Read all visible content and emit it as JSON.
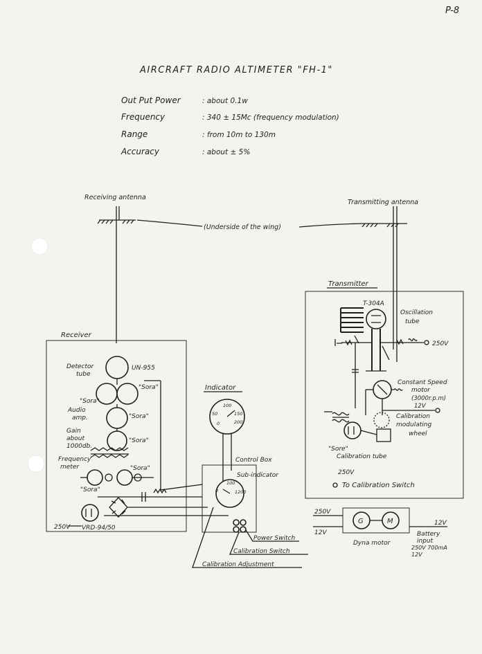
{
  "page_no": "P-8",
  "title": "AIRCRAFT RADIO ALTIMETER \"FH-1\"",
  "specs": [
    {
      "label": "Out Put Power",
      "value": ": about 0.1w"
    },
    {
      "label": "Frequency",
      "value": ": 340 ± 15Mc (frequency modulation)"
    },
    {
      "label": "Range",
      "value": ": from 10m to 130m"
    },
    {
      "label": "Accuracy",
      "value": ": about ± 5%"
    }
  ],
  "antennas": {
    "receiving": "Receiving antenna",
    "transmitting": "Transmitting antenna",
    "wing_note": "(Underside of the wing)"
  },
  "receiver": {
    "title": "Receiver",
    "detector_label_1": "Detector",
    "detector_label_2": "tube",
    "detector_tube": "UN-955",
    "sora": "\"Sora\"",
    "sora_short": "Sora",
    "audio_1": "Audio",
    "audio_2": "amp.",
    "gain_1": "Gain",
    "gain_2": "about",
    "gain_3": "1000db.",
    "freq_meter_1": "Frequency",
    "freq_meter_2": "meter",
    "voltage": "250V",
    "vr_tube": "VRD-94/50"
  },
  "indicator": {
    "title": "Indicator",
    "dial_labels": [
      "100",
      "50",
      "150",
      "200",
      "0"
    ],
    "control_box": "Control Box",
    "sub_indicator": "Sub-indicator",
    "sub_dial_labels": [
      "0",
      "100",
      "1200"
    ],
    "power_switch": "Power Switch",
    "calibration_switch": "Calibration Switch",
    "calibration_adjustment": "Calibration Adjustment"
  },
  "transmitter": {
    "title": "Transmitter",
    "tube_type": "T-304A",
    "osc_1": "Oscillation",
    "osc_2": "tube",
    "voltage": "250V",
    "motor_1": "Constant Speed",
    "motor_2": "motor",
    "motor_3": "(3000r.p.m)",
    "motor_v": "12V",
    "cal_1": "Calibration",
    "cal_2": "modulating",
    "cal_3": "wheel",
    "sore": "\"Sore\"",
    "cal_tube": "Calibration tube",
    "cal_v": "250V",
    "to_cal_switch": "To Calibration Switch"
  },
  "dynamotor": {
    "g": "G",
    "m": "M",
    "v250": "250V",
    "v12_left": "12V",
    "v12_right": "12V",
    "label": "Dyna motor",
    "battery_1": "Battery",
    "battery_2": "input",
    "battery_3": "250V 700mA",
    "battery_4": "12V"
  }
}
